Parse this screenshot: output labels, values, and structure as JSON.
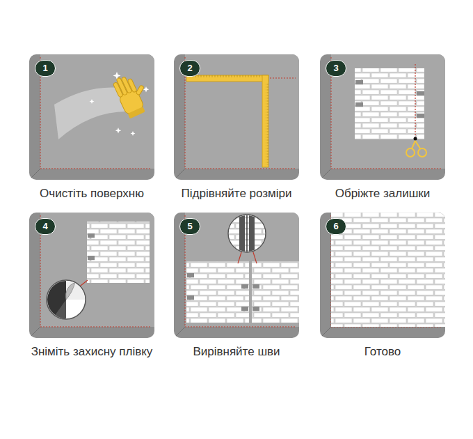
{
  "diagram": {
    "nodes": [
      {
        "text": [
          "Очистіть поверхню"
        ]
      },
      {
        "text": [
          "1"
        ],
        "in": 0
      },
      {
        "text": [
          "Підрівняйте розміри"
        ]
      },
      {
        "text": [
          "2"
        ],
        "in": 2
      },
      {
        "text": [
          "Обріжте залишки"
        ]
      },
      {
        "text": [
          "3"
        ],
        "in": 4
      },
      {
        "text": [
          "Зніміть захисну плівку"
        ]
      },
      {
        "text": [
          "4"
        ],
        "in": 6
      },
      {
        "text": [
          "Вирівняйте шви"
        ]
      },
      {
        "text": [
          "5"
        ],
        "in": 8
      },
      {
        "text": [
          "Готово"
        ]
      },
      {
        "text": [
          "6"
        ],
        "in": 10
      }
    ]
  }
}
